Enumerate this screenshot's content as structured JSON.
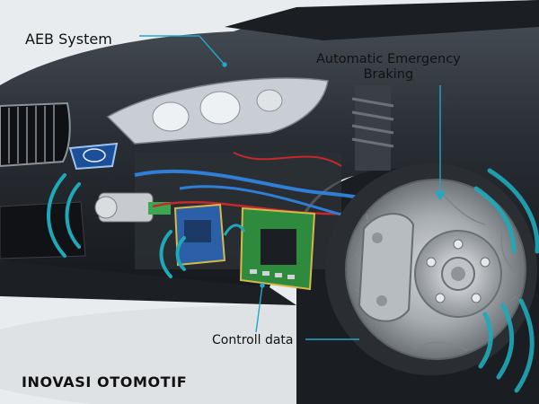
{
  "labels": {
    "aeb_system": "AEB System",
    "automatic_line1": "Automatic Emergency",
    "automatic_line2": "Braking",
    "controll_data": "Controll data",
    "brand": "INOVASI OTOMOTIF"
  },
  "colors": {
    "car_body": "#2a2f35",
    "pointer_line": "#22a7c9",
    "sensor_wave": "#1fa8b8",
    "board_green": "#2e8b3e",
    "board_blue": "#2b5fa8",
    "brake_pipe": "#2f7fd6",
    "disc": "#9aa0a6"
  },
  "icons": [
    "aeb-sensor-badge-icon",
    "radar-wave-icon"
  ]
}
